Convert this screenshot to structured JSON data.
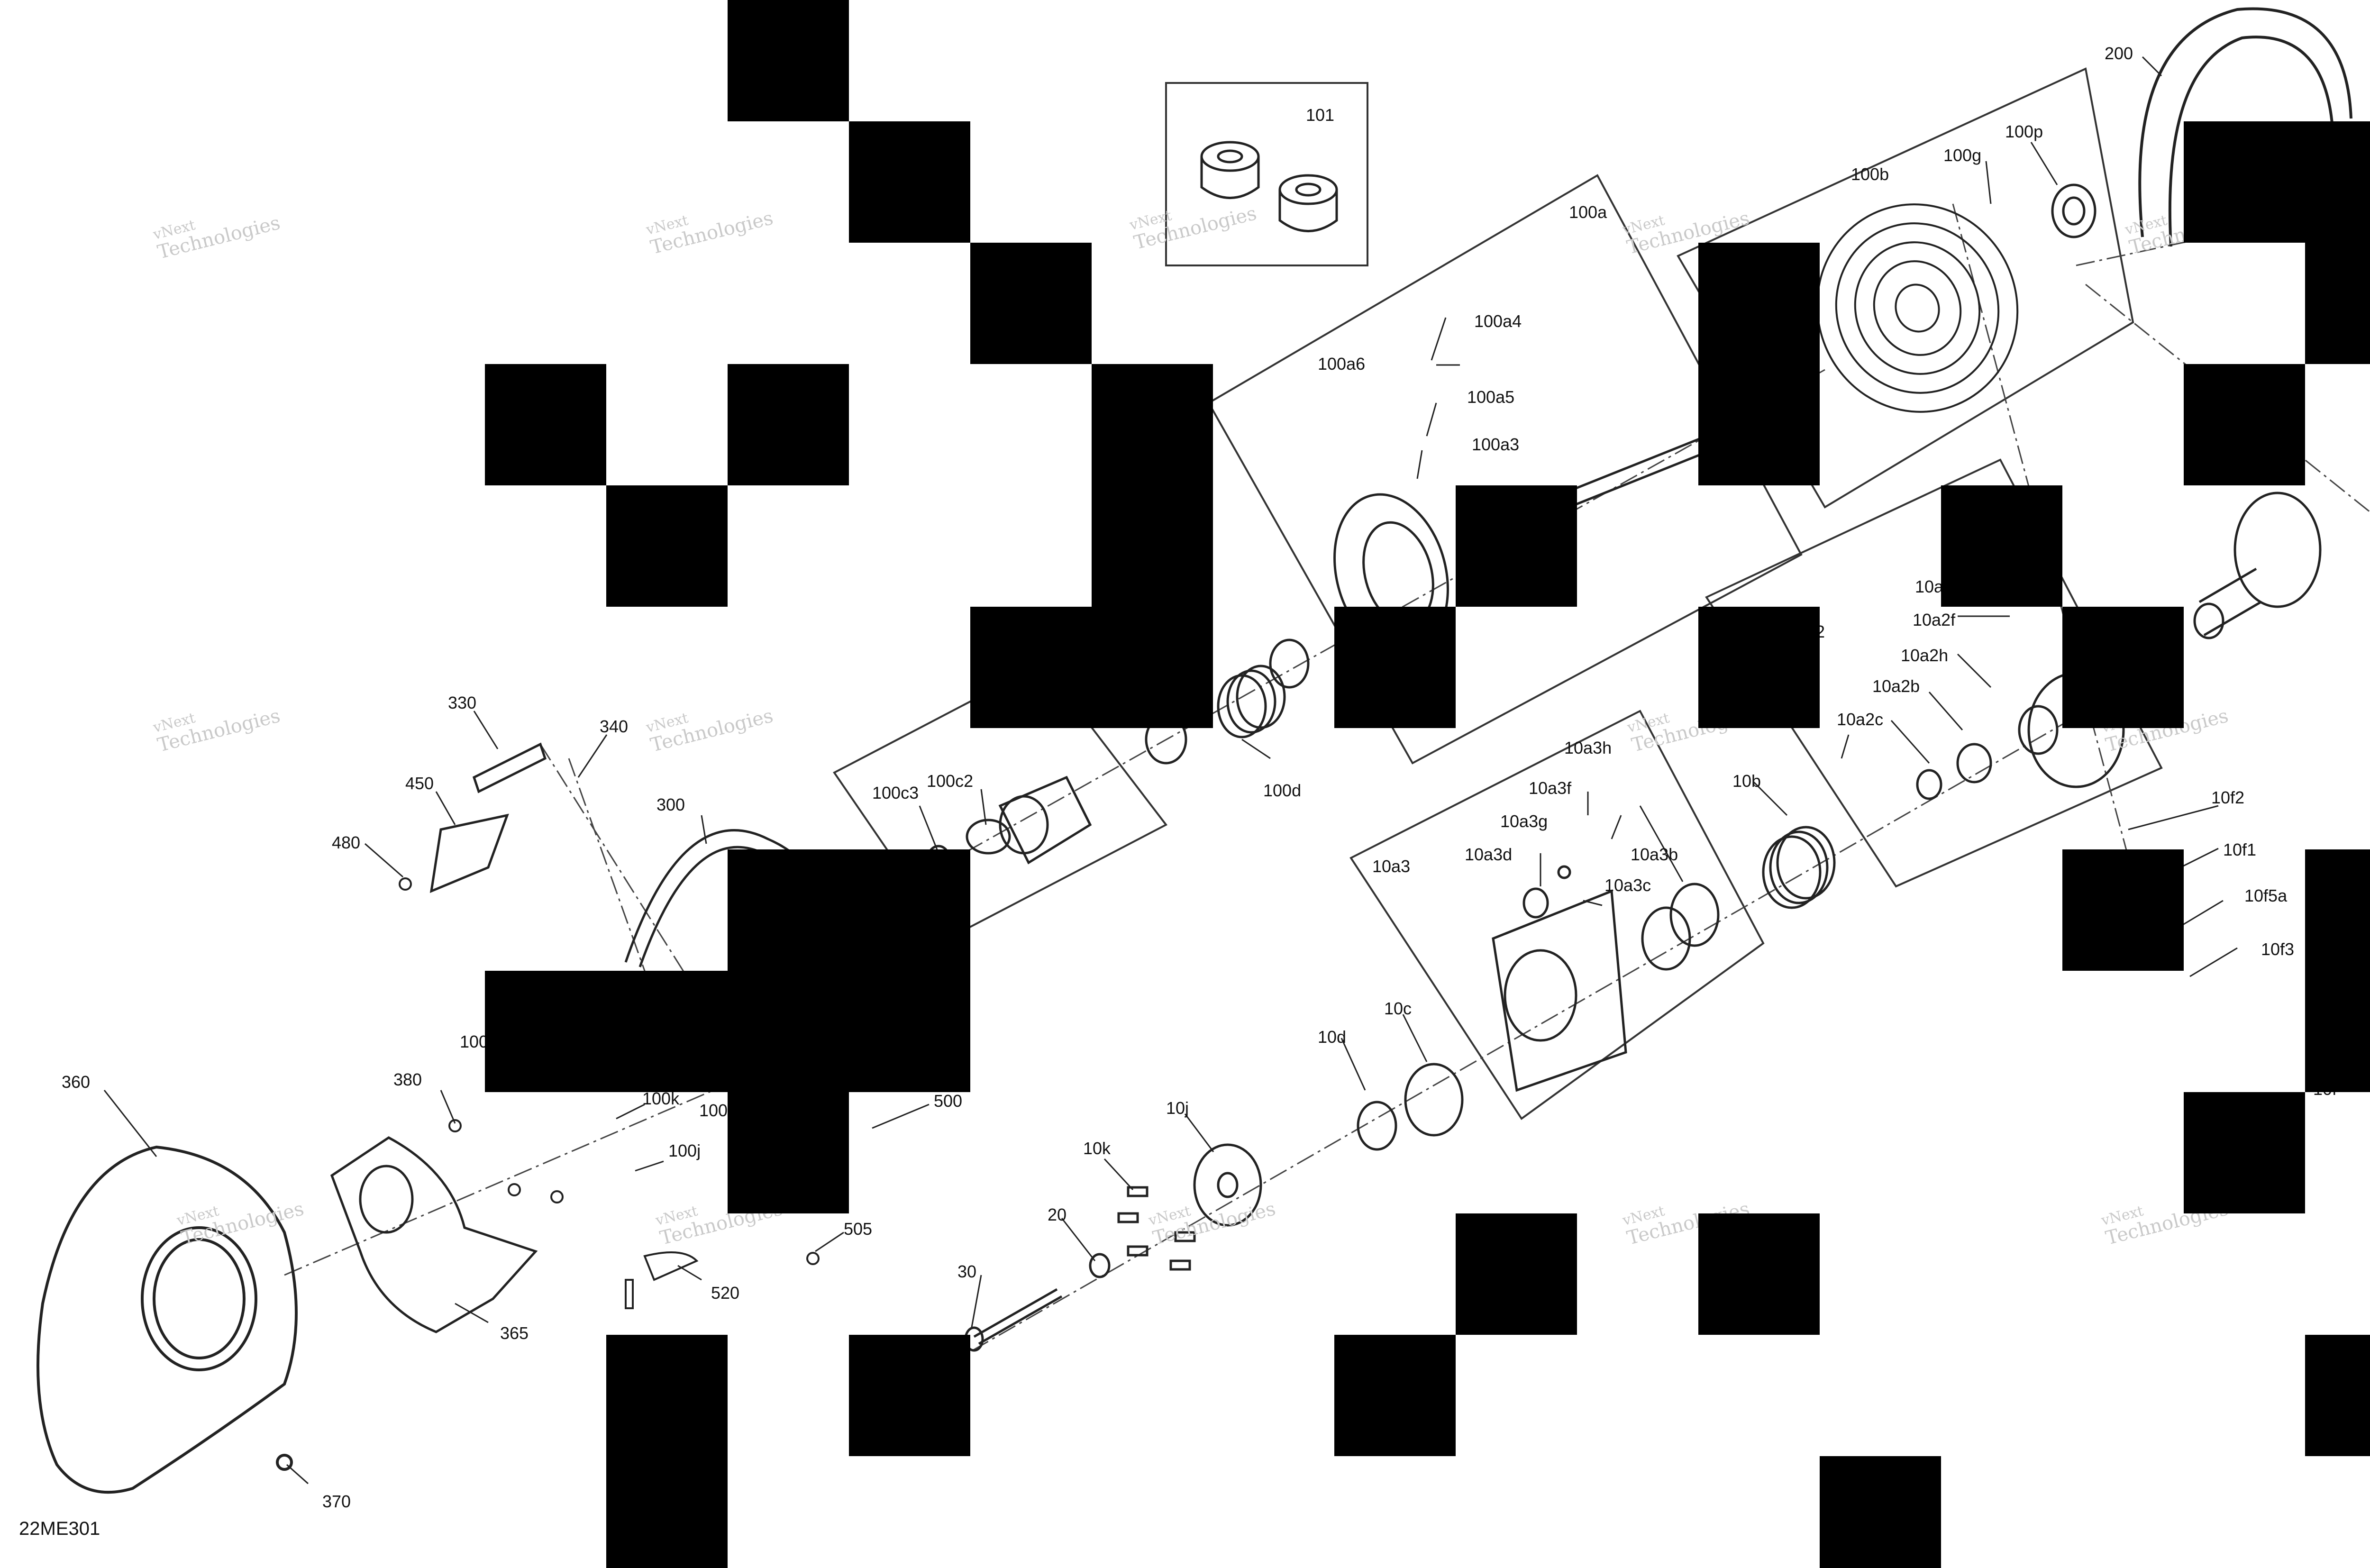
{
  "diagram_code": "22ME301",
  "watermark": {
    "line1": "vNext",
    "line2": "Technologies"
  },
  "part_labels": {
    "p200": "200",
    "p101": "101",
    "p100a": "100a",
    "p100b": "100b",
    "p100g": "100g",
    "p100p": "100p",
    "p100a4": "100a4",
    "p100a6": "100a6",
    "p100a5": "100a5",
    "p100a3": "100a3",
    "p10a_partial": "10a",
    "p10a2f": "10a2f",
    "p10a2h": "10a2h",
    "p10a2b": "10a2b",
    "p10a2c": "10a2c",
    "p2_partial": "2",
    "p330": "330",
    "p340": "340",
    "p450": "450",
    "p480": "480",
    "p300": "300",
    "p100c3": "100c3",
    "p100c2": "100c2",
    "p100d": "100d",
    "p10a3h": "10a3h",
    "p10a3f": "10a3f",
    "p10a3g": "10a3g",
    "p10a3d": "10a3d",
    "p10a3": "10a3",
    "p10a3b": "10a3b",
    "p10a3c": "10a3c",
    "p10b": "10b",
    "p10f2": "10f2",
    "p10f1": "10f1",
    "p10f5a": "10f5a",
    "p10f3": "10f3",
    "p10f_partial1": "10f",
    "p10f_partial2": "10f",
    "p10d": "10d",
    "p10c": "10c",
    "p10j": "10j",
    "p10k": "10k",
    "p20": "20",
    "p30": "30",
    "p360": "360",
    "p380": "380",
    "p100_partial1": "100",
    "p100k": "100k",
    "p100_partial2": "100",
    "p100j": "100j",
    "p500": "500",
    "p505": "505",
    "p520": "520",
    "p365": "365",
    "p370": "370"
  }
}
